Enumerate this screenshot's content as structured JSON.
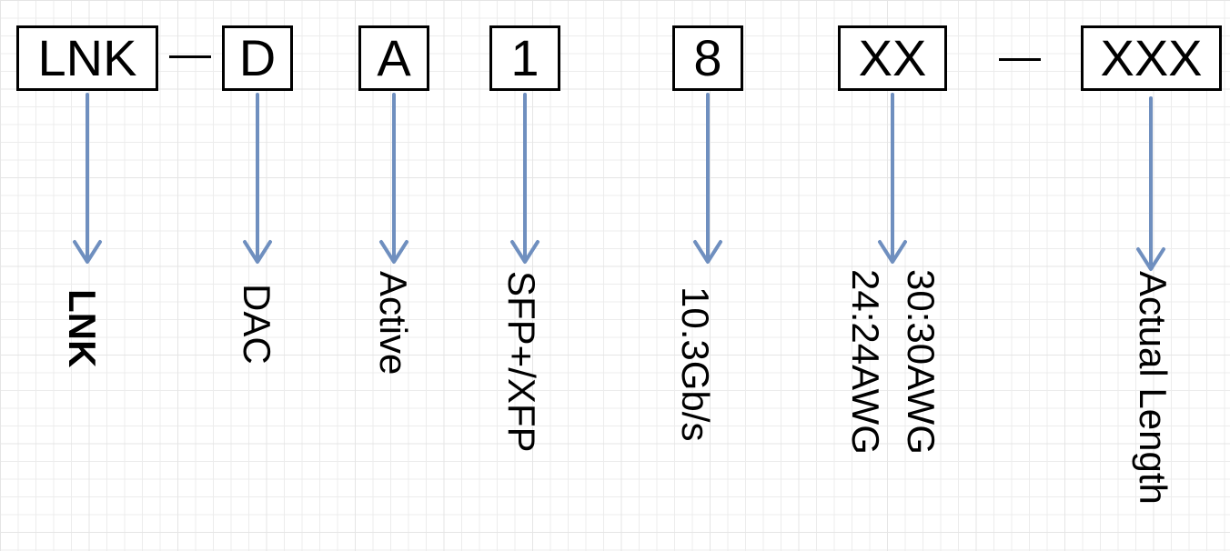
{
  "codes": {
    "lnk": "LNK",
    "d": "D",
    "a": "A",
    "one": "1",
    "eight": "8",
    "xx": "XX",
    "xxx": "XXX"
  },
  "labels": {
    "lnk": "LNK",
    "dac": "DAC",
    "active": "Active",
    "sfp": "SFP+/XFP",
    "speed": "10.3Gb/s",
    "awg_line1": "30:30AWG",
    "awg_line2": "24:24AWG",
    "length": "Actual Length"
  },
  "colors": {
    "arrow": "#6f8fbf",
    "box_border": "#000000"
  }
}
